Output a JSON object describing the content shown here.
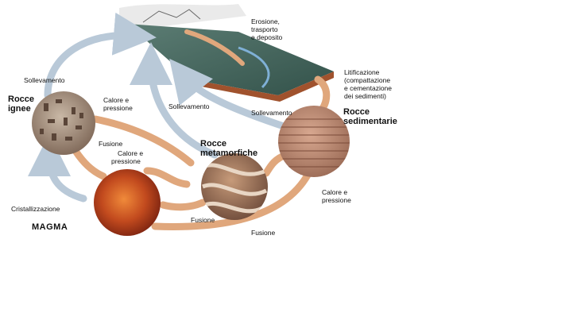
{
  "nodes": {
    "igneous": [
      "Rocce",
      "ignee"
    ],
    "sedimentary": [
      "Rocce",
      "sedimentarie"
    ],
    "metamorphic": [
      "Rocce",
      "metamorfiche"
    ],
    "magma": "MAGMA"
  },
  "processes": {
    "erosion": [
      "Erosione,",
      "trasporto",
      "e deposito"
    ],
    "lithification": [
      "Litificazione",
      "(compattazione",
      "e cementazione",
      "dei sedimenti)"
    ],
    "uplift_igneous": "Sollevamento",
    "uplift_metamorphic": "Sollevamento",
    "uplift_sedimentary": "Sollevamento",
    "heat_pressure_igneous": [
      "Calore e",
      "pressione"
    ],
    "heat_pressure_magma": [
      "Calore e",
      "pressione"
    ],
    "heat_pressure_sedimentary": [
      "Calore e",
      "pressione"
    ],
    "melting_igneous": "Fusione",
    "melting_metamorphic": "Fusione",
    "melting_sedimentary": "Fusione",
    "crystallization": "Cristallizzazione"
  },
  "colors": {
    "uplift_arrow": "#b9c9d8",
    "heat_arrow": "#e0a77c",
    "magma": "#c24a1e",
    "igneous": "#a08a78",
    "sedimentary": "#b8806a",
    "metamorphic": "#8f6a55"
  }
}
